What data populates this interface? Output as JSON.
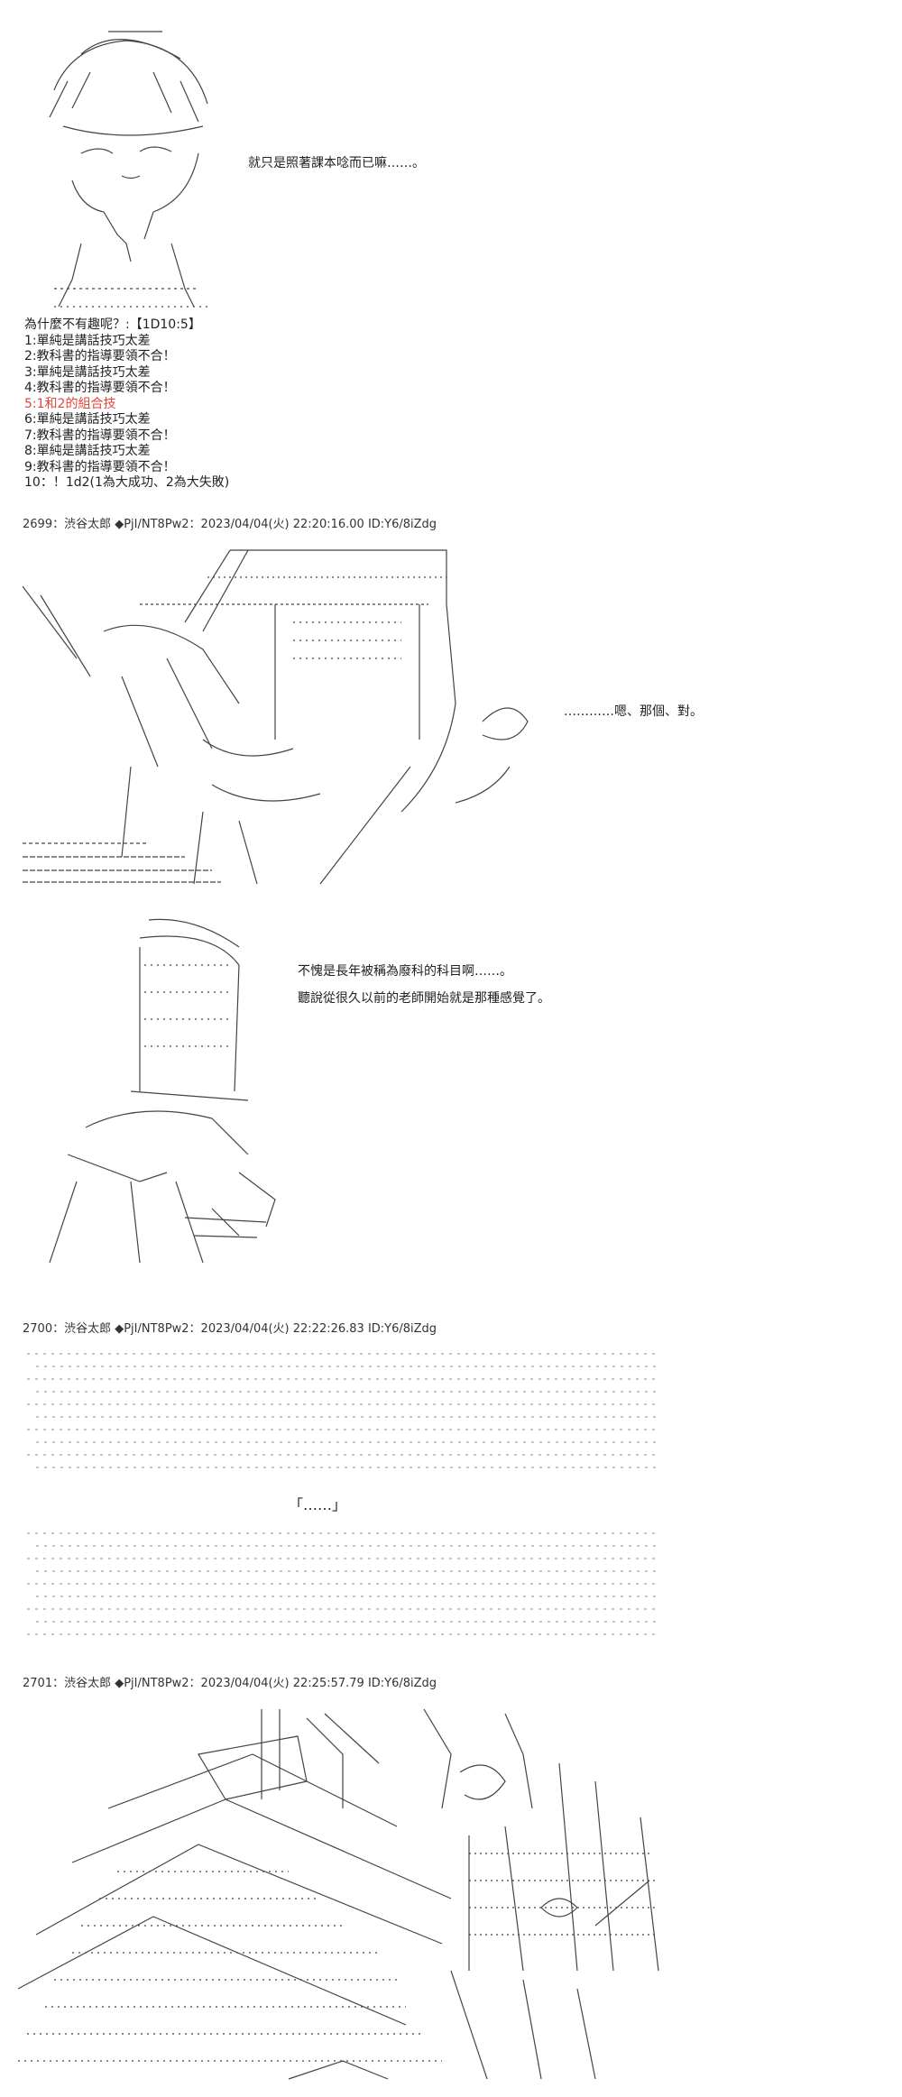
{
  "panel1": {
    "speech": "就只是照著課本唸而已嘛……。",
    "poll": {
      "question": "為什麼不有趣呢？:【1D10:5】",
      "options": [
        "1:單純是講話技巧太差",
        "2:教科書的指導要領不合！",
        "3:單純是講話技巧太差",
        "4:教科書的指導要領不合！",
        "5:1和2的組合技",
        "6:單純是講話技巧太差",
        "7:教科書的指導要領不合！",
        "8:單純是講話技巧太差",
        "9:教科書的指導要領不合！",
        "10：！1d2(1為大成功、2為大失敗)"
      ],
      "highlight_color": "#e0473a"
    }
  },
  "post2699": {
    "header": "2699：渋谷太郎 ◆PjI/NT8Pw2：2023/04/04(火) 22:20:16.00 ID:Y6/8iZdg",
    "speech": "…………嗯、那個、對。"
  },
  "panel3": {
    "speech_line1": "不愧是長年被稱為廢科的科目啊……。",
    "speech_line2": "聽說從很久以前的老師開始就是那種感覺了。"
  },
  "post2700": {
    "header": "2700：渋谷太郎 ◆PjI/NT8Pw2：2023/04/04(火) 22:22:26.83 ID:Y6/8iZdg",
    "speech": "「……」"
  },
  "post2701": {
    "header": "2701：渋谷太郎 ◆PjI/NT8Pw2：2023/04/04(火) 22:25:57.79 ID:Y6/8iZdg"
  }
}
